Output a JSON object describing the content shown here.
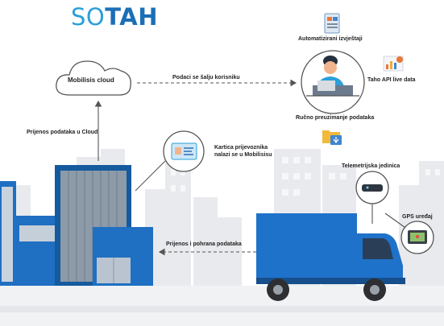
{
  "logo": {
    "part1": "SO",
    "part2": "TAH"
  },
  "nodes": {
    "cloud": "Mobilisis cloud",
    "user_reports": "Automatizirani izvještaji",
    "user_taho_api": "Taho API live data",
    "user_manual": "Ručno preuzimanje podataka",
    "card": "Kartica prijevoznika nalazi se u Mobilisisu",
    "telemetry": "Telemetrijska jedinica",
    "gps": "GPS uređaj"
  },
  "flows": {
    "to_cloud": "Prijenos podataka u Cloud",
    "to_user": "Podaci se šalju korisniku",
    "from_truck": "Prijenos i pohrana podataka"
  },
  "colors": {
    "building_blue": "#1f6fc2",
    "building_dark": "#155a9e",
    "truck_blue": "#1f72c9",
    "skyline_gray": "#e7e9ec",
    "ground": "#f1f2f4",
    "arrow": "#555555"
  }
}
